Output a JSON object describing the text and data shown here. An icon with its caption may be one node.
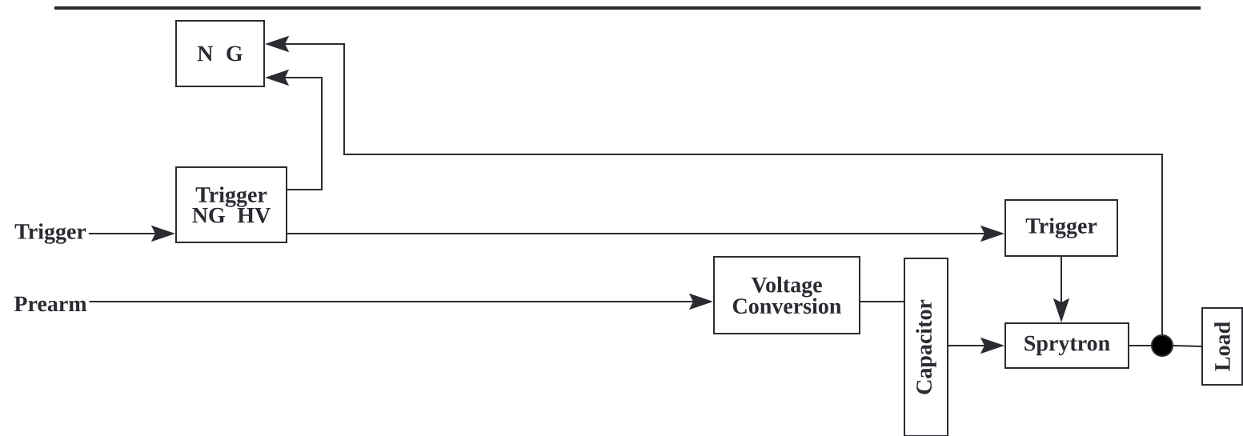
{
  "diagram": {
    "nodes": [
      {
        "text": [
          "N G"
        ]
      },
      {
        "text": [
          "Trigger NG HV"
        ]
      },
      {
        "text": [
          "Trigger"
        ]
      },
      {
        "text": [
          "Prearm"
        ]
      },
      {
        "text": [
          "Trigger"
        ]
      },
      {
        "text": [
          "Voltage Conversion"
        ]
      },
      {
        "text": [
          "Capacitor"
        ]
      },
      {
        "text": [
          "Sprytron"
        ]
      },
      {
        "text": [
          "Load"
        ]
      },
      {
        "text": [],
        "shape": "circle"
      }
    ],
    "edges": [
      {
        "from": 2,
        "to": 1,
        "arrow": "to"
      },
      {
        "from": 1,
        "to": 0,
        "arrow": "to"
      },
      {
        "from": 9,
        "to": 0,
        "arrow": "to"
      },
      {
        "from": 1,
        "to": 4,
        "arrow": "to"
      },
      {
        "from": 3,
        "to": 5,
        "arrow": "to"
      },
      {
        "from": 5,
        "to": 6,
        "arrow": "none"
      },
      {
        "from": 6,
        "to": 7,
        "arrow": "to"
      },
      {
        "from": 4,
        "to": 7,
        "arrow": "to"
      },
      {
        "from": 7,
        "to": 9,
        "arrow": "none"
      },
      {
        "from": 9,
        "to": 8,
        "arrow": "none"
      }
    ]
  }
}
